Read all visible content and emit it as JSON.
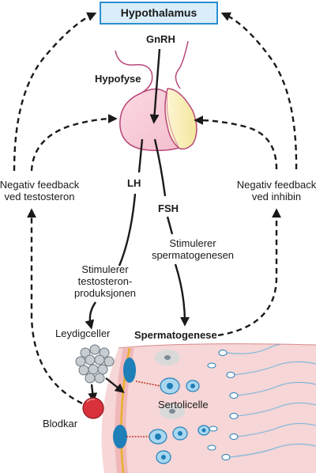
{
  "hypothalamus": {
    "label": "Hypothalamus"
  },
  "hormones": {
    "gnrh": "GnRH",
    "lh": "LH",
    "fsh": "FSH"
  },
  "pituitary": {
    "label": "Hypofyse"
  },
  "feedback": {
    "left": [
      "Negativ feedback",
      "ved testosteron"
    ],
    "right": [
      "Negativ feedback",
      "ved inhibin"
    ]
  },
  "effects": {
    "fsh": [
      "Stimulerer",
      "spermatogenesen"
    ],
    "lh": [
      "Stimulerer",
      "testosteron-",
      "produksjonen"
    ]
  },
  "testis": {
    "leydig": "Leydigceller",
    "spermatogenesis": "Spermatogenese",
    "sertoli": "Sertolicelle",
    "blood_vessel": "Blodkar"
  },
  "colors": {
    "hypothalamus_fill": "#d9eefa",
    "hypothalamus_border": "#2b8fd0",
    "pituitary_fill": "#f9d5de",
    "pituitary_outline": "#b8477a",
    "posterior_fill": "#fbf1c4",
    "tubule_fill": "#f6d6d6",
    "leydig_fill": "#c8cdd2",
    "blood_vessel_fill": "#d9313b",
    "cell_nucleus": "#1f7fb8",
    "cell_fill": "#a9d7f0",
    "sperm_tail": "#7fb7dc",
    "basement_line": "#e8b02a"
  }
}
